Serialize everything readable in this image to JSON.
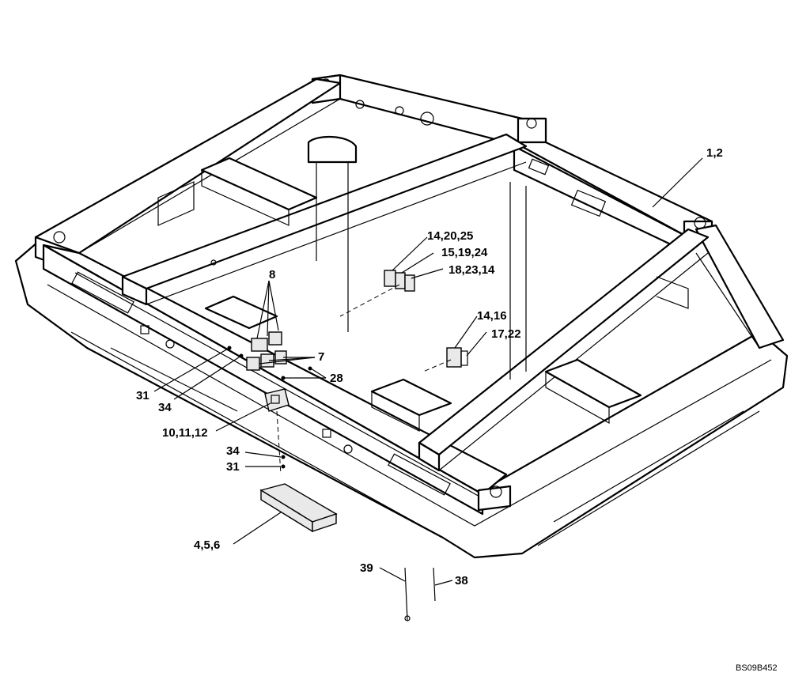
{
  "diagram": {
    "drawing_number": "BS09B452",
    "callouts": [
      {
        "id": "c-1-2",
        "text": "1,2"
      },
      {
        "id": "c-8",
        "text": "8"
      },
      {
        "id": "c-14-20-25",
        "text": "14,20,25"
      },
      {
        "id": "c-15-19-24",
        "text": "15,19,24"
      },
      {
        "id": "c-18-23-14",
        "text": "18,23,14"
      },
      {
        "id": "c-14-16",
        "text": "14,16"
      },
      {
        "id": "c-17-22",
        "text": "17,22"
      },
      {
        "id": "c-7",
        "text": "7"
      },
      {
        "id": "c-28",
        "text": "28"
      },
      {
        "id": "c-31-a",
        "text": "31"
      },
      {
        "id": "c-34-a",
        "text": "34"
      },
      {
        "id": "c-10-11-12",
        "text": "10,11,12"
      },
      {
        "id": "c-34-b",
        "text": "34"
      },
      {
        "id": "c-31-b",
        "text": "31"
      },
      {
        "id": "c-4-5-6",
        "text": "4,5,6"
      },
      {
        "id": "c-39",
        "text": "39"
      },
      {
        "id": "c-38",
        "text": "38"
      }
    ]
  }
}
